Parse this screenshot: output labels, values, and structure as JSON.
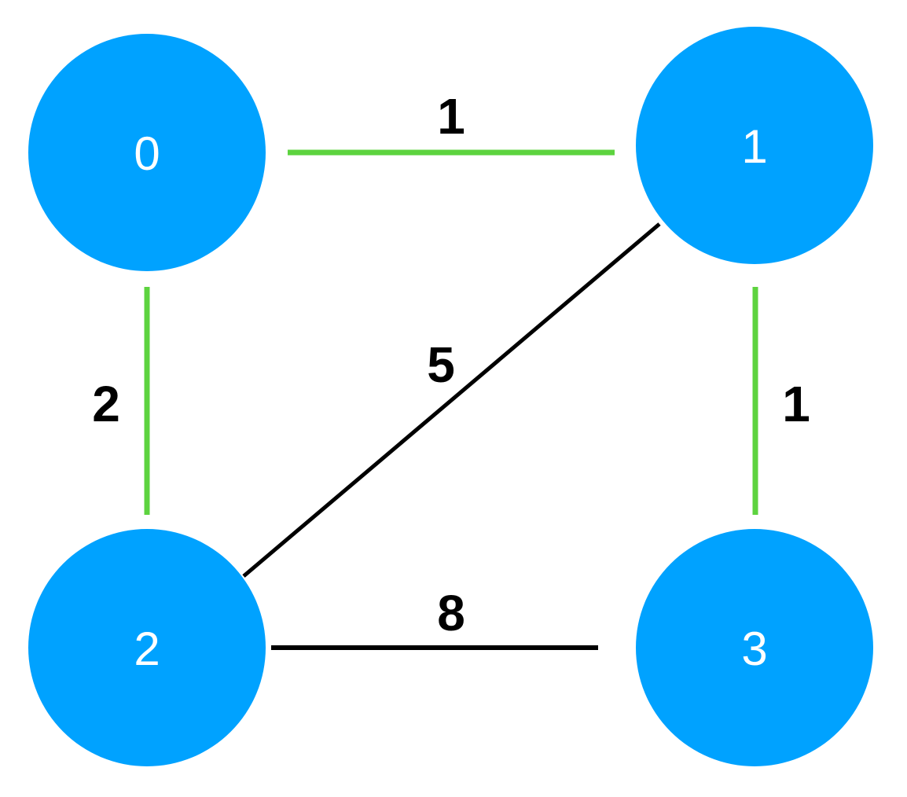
{
  "colors": {
    "node_fill": "#00A2FF",
    "node_text": "#FFFFFF",
    "edge_in_tree": "#5DD33F",
    "edge_default": "#000000",
    "weight_text": "#000000"
  },
  "nodes": [
    {
      "id": "0",
      "label": "0"
    },
    {
      "id": "1",
      "label": "1"
    },
    {
      "id": "2",
      "label": "2"
    },
    {
      "id": "3",
      "label": "3"
    }
  ],
  "edges": [
    {
      "from": "0",
      "to": "1",
      "weight": "1",
      "highlighted": true
    },
    {
      "from": "0",
      "to": "2",
      "weight": "2",
      "highlighted": true
    },
    {
      "from": "1",
      "to": "3",
      "weight": "1",
      "highlighted": true
    },
    {
      "from": "1",
      "to": "2",
      "weight": "5",
      "highlighted": false
    },
    {
      "from": "2",
      "to": "3",
      "weight": "8",
      "highlighted": false
    }
  ]
}
